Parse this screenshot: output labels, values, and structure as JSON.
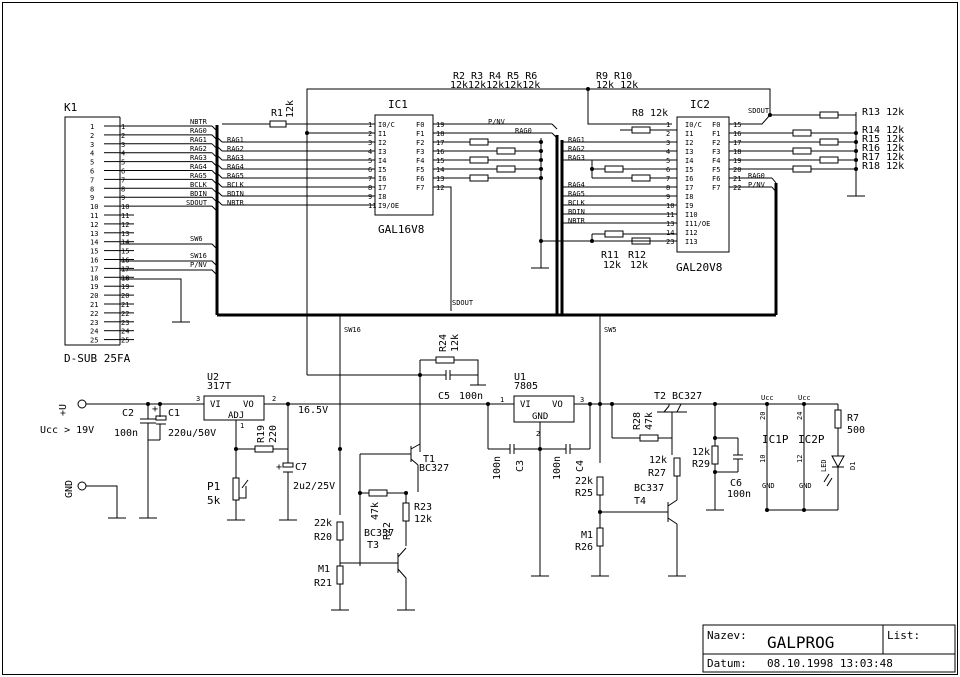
{
  "connector": {
    "ref": "K1",
    "type": "D-SUB 25FA",
    "pins": [
      "1",
      "2",
      "3",
      "4",
      "5",
      "6",
      "7",
      "8",
      "9",
      "10",
      "11",
      "12",
      "13",
      "14",
      "15",
      "16",
      "17",
      "18",
      "19",
      "20",
      "21",
      "22",
      "23",
      "24",
      "25"
    ],
    "line_labels": [
      "1",
      "2",
      "3",
      "4",
      "5",
      "6",
      "7",
      "8",
      "9",
      "10",
      "11",
      "12",
      "13",
      "14",
      "15",
      "16",
      "17",
      "18",
      "19",
      "20",
      "21",
      "22",
      "23",
      "24",
      "25"
    ],
    "signals": [
      "NBTR",
      "RAG0",
      "RAG1",
      "RAG2",
      "RAG3",
      "RAG4",
      "RAG5",
      "BCLK",
      "BDIN",
      "SDOUT",
      "SW6",
      "SW16",
      "P/NV"
    ]
  },
  "ic1": {
    "ref": "IC1",
    "part": "GAL16V8",
    "left_pins": [
      "I0/C",
      "I1",
      "I2",
      "I3",
      "I4",
      "I5",
      "I6",
      "I7",
      "I8",
      "I9/OE"
    ],
    "left_nums": [
      "1",
      "2",
      "3",
      "4",
      "5",
      "6",
      "7",
      "8",
      "9",
      "11"
    ],
    "right_pins": [
      "F0",
      "F1",
      "F2",
      "F3",
      "F4",
      "F5",
      "F6",
      "F7"
    ],
    "right_nums": [
      "19",
      "18",
      "17",
      "16",
      "15",
      "14",
      "13",
      "12"
    ],
    "in_labels": [
      "RAG1",
      "RAG2",
      "RAG3",
      "RAG4",
      "RAG5",
      "BCLK",
      "BDIN",
      "NBTR"
    ],
    "out_labels": [
      "P/NV",
      "RAG0"
    ]
  },
  "ic2": {
    "ref": "IC2",
    "part": "GAL20V8",
    "left_pins": [
      "I0/C",
      "I1",
      "I2",
      "I3",
      "I4",
      "I5",
      "I6",
      "I7",
      "I8",
      "I9",
      "I10",
      "I11/OE",
      "I12",
      "I13"
    ],
    "left_nums": [
      "1",
      "2",
      "3",
      "4",
      "5",
      "6",
      "7",
      "8",
      "9",
      "10",
      "11",
      "13",
      "14",
      "23"
    ],
    "right_pins": [
      "F0",
      "F1",
      "F2",
      "F3",
      "F4",
      "F5",
      "F6",
      "F7"
    ],
    "right_nums": [
      "15",
      "16",
      "17",
      "18",
      "19",
      "20",
      "21",
      "22"
    ],
    "in_labels": [
      "RAG1",
      "RAG2",
      "RAG3",
      "RAG4",
      "RAG5",
      "BCLK",
      "BDIN",
      "NBTR"
    ],
    "out_labels": [
      "SDOUT",
      "RAG0",
      "P/NV"
    ]
  },
  "resistors": {
    "r1": {
      "ref": "R1",
      "value": "12k"
    },
    "r2_6": {
      "refs": "R2 R3 R4 R5 R6",
      "values": "12k12k12k12k12k"
    },
    "r9_10": {
      "refs": "R9 R10",
      "values": "12k  12k"
    },
    "r8": "R8 12k",
    "r13": "R13 12k",
    "r14": "R14 12k",
    "r15": "R15 12k",
    "r16": "R16 12k",
    "r17": "R17 12k",
    "r18": "R18 12k",
    "r11": {
      "ref": "R11",
      "value": "12k"
    },
    "r12": {
      "ref": "R12",
      "value": "12k"
    },
    "r24": {
      "ref": "R24",
      "value": "12k"
    },
    "r19": {
      "ref": "R19",
      "value": "220"
    },
    "r20": {
      "ref": "R20",
      "value": "22k"
    },
    "r21": {
      "ref": "R21",
      "value": "M1"
    },
    "r22": {
      "ref": "R22",
      "value": "47k"
    },
    "r23": {
      "ref": "R23",
      "value": "12k"
    },
    "r25": {
      "ref": "R25",
      "value": "22k"
    },
    "r26": {
      "ref": "R26",
      "value": "M1"
    },
    "r27": {
      "ref": "R27",
      "value": "12k"
    },
    "r28": {
      "ref": "R28",
      "value": "47k"
    },
    "r29": {
      "ref": "R29",
      "value": "12k"
    },
    "r7": {
      "ref": "R7",
      "value": "500"
    },
    "p1": {
      "ref": "P1",
      "value": "5k"
    }
  },
  "capacitors": {
    "c1": {
      "ref": "C1",
      "value": "220u/50V"
    },
    "c2": {
      "ref": "C2",
      "value": "100n"
    },
    "c3": {
      "ref": "C3",
      "value": "100n"
    },
    "c4": {
      "ref": "C4",
      "value": "100n"
    },
    "c5": {
      "ref": "C5",
      "value": "100n"
    },
    "c6": {
      "ref": "C6",
      "value": "100n"
    },
    "c7": {
      "ref": "C7",
      "value": "2u2/25V"
    }
  },
  "semis": {
    "u2": {
      "ref": "U2",
      "part": "317T",
      "vi": "VI",
      "vo": "VO",
      "adj": "ADJ",
      "p3": "3",
      "p2": "2",
      "p1": "1"
    },
    "u1": {
      "ref": "U1",
      "part": "7805",
      "vi": "VI",
      "vo": "VO",
      "gnd": "GND",
      "p1": "1",
      "p2": "2",
      "p3": "3"
    },
    "t1": {
      "ref": "T1",
      "part": "BC327"
    },
    "t2": {
      "ref": "T2",
      "part": "BC327"
    },
    "t3": {
      "ref": "T3",
      "part": "BC337"
    },
    "t4": {
      "ref": "T4",
      "part": "BC337"
    },
    "d1": {
      "ref": "D1",
      "part": "LED"
    }
  },
  "power": {
    "plus": "+U",
    "vcc_note": "Ucc > 19V",
    "gnd": "GND",
    "out_voltage": "16.5V",
    "sw16": "SW16",
    "sw5": "SW5",
    "sdout": "SDOUT",
    "ic1p": "IC1P",
    "ic2p": "IC2P",
    "ucc": "Ucc",
    "vcc_pin1": "20",
    "vcc_pin2": "24",
    "gnd_pin1": "10",
    "gnd_pin2": "12",
    "gnd_label": "GND"
  },
  "title_block": {
    "name_label": "Nazev:",
    "name": "GALPROG",
    "sheet_label": "List:",
    "date_label": "Datum:",
    "date": "08.10.1998 13:03:48"
  }
}
